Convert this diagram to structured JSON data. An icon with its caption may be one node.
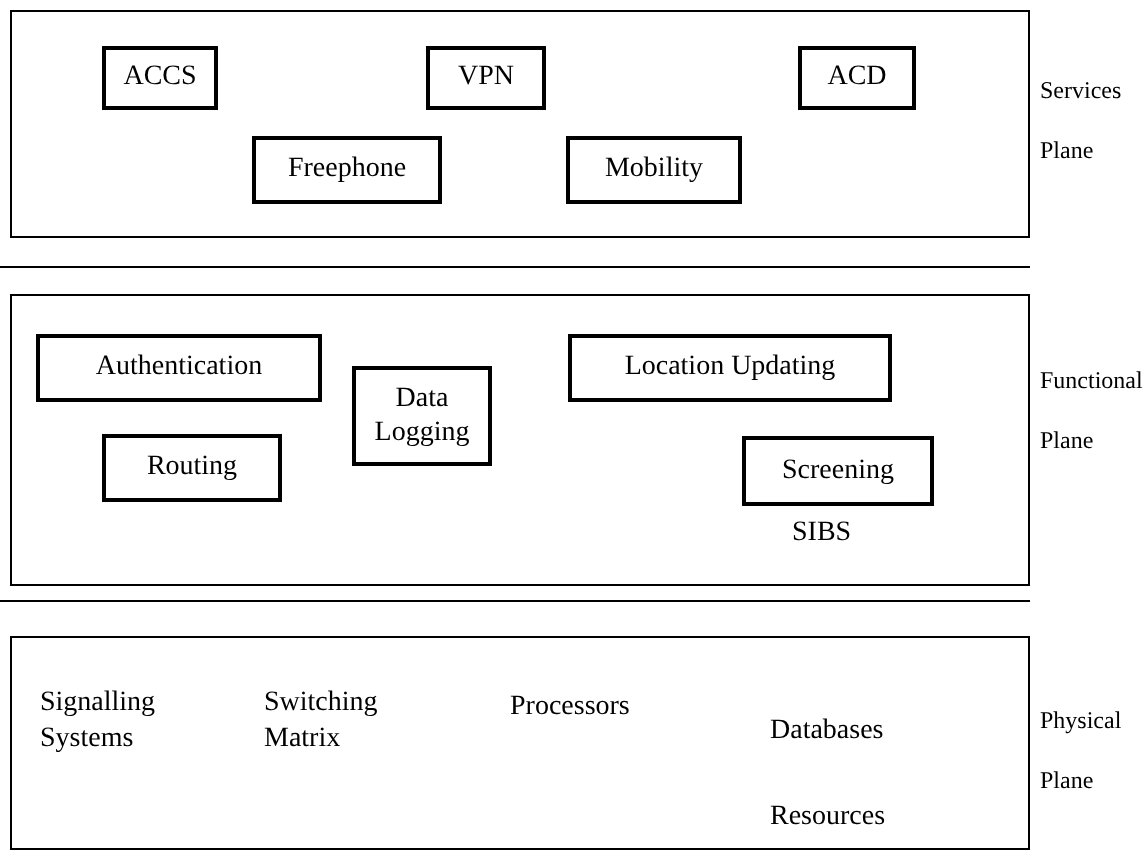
{
  "diagram": {
    "nodes": [
      {
        "text": [],
        "shape": "box",
        "beside": [
          "Services Plane"
        ]
      },
      {
        "text": [
          "ACCS"
        ],
        "in": 0
      },
      {
        "text": [
          "VPN"
        ],
        "in": 0
      },
      {
        "text": [
          "ACD"
        ],
        "in": 0
      },
      {
        "text": [
          "Freephone"
        ],
        "in": 0
      },
      {
        "text": [
          "Mobility"
        ],
        "in": 0
      },
      {
        "text": [],
        "shape": "box",
        "beside": [
          "Functional Plane"
        ]
      },
      {
        "text": [
          "Authentication"
        ],
        "in": 6
      },
      {
        "text": [
          "Data Logging"
        ],
        "in": 6
      },
      {
        "text": [
          "Location Updating"
        ],
        "in": 6
      },
      {
        "text": [
          "Routing"
        ],
        "in": 6
      },
      {
        "text": [
          "Screening"
        ],
        "in": 6
      },
      {
        "text": [],
        "shape": "box",
        "beside": [
          "Physical Plane"
        ]
      }
    ],
    "edges": [],
    "labels": [
      "SIBS",
      "Signalling Systems",
      "Switching Matrix",
      "Processors",
      "Databases",
      "Resources"
    ]
  }
}
